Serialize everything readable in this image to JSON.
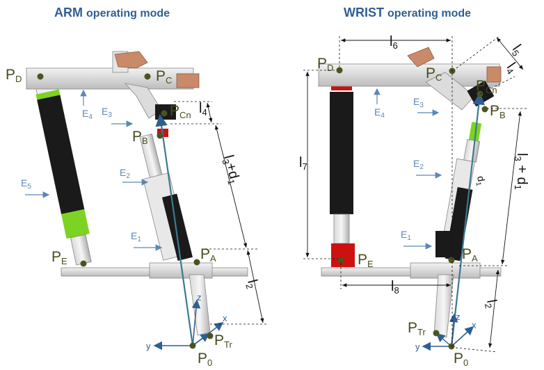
{
  "titles": {
    "arm_main": "ARM",
    "arm_sub": "operating mode",
    "wrist_main": "WRIST",
    "wrist_sub": "operating mode"
  },
  "points": {
    "P": "P",
    "D": "D",
    "C": "C",
    "Cn": "Cn",
    "B": "B",
    "A": "A",
    "E": "E",
    "Tr": "Tr",
    "zero": "0"
  },
  "elements": {
    "E": "E",
    "e1": "1",
    "e2": "2",
    "e3": "3",
    "e4": "4",
    "e5": "5"
  },
  "dims": {
    "l": "l",
    "s2": "2",
    "s4": "4",
    "s5": "5",
    "s6": "6",
    "s7": "7",
    "s8": "8",
    "arm_l3d1_a": "l",
    "arm_l3d1_s3": "3",
    "arm_l3d1_plus": "+d",
    "arm_l3d1_s1": "1",
    "wrist_l3d1_a": "l",
    "wrist_l3d1_s3": "3",
    "wrist_l3d1_plus": " + d",
    "wrist_l3d1_s1": "1",
    "wrist_d1": "d",
    "wrist_d1_sub": "1"
  },
  "axes": {
    "x": "x",
    "y": "y",
    "z": "z"
  },
  "colors": {
    "title": "#2f5f92",
    "point": "#4b5320",
    "arrow": "#5b87b5",
    "red": "#cc1111",
    "green": "#7dd321",
    "black": "#1a1a1a",
    "copper": "#c98a6a"
  }
}
